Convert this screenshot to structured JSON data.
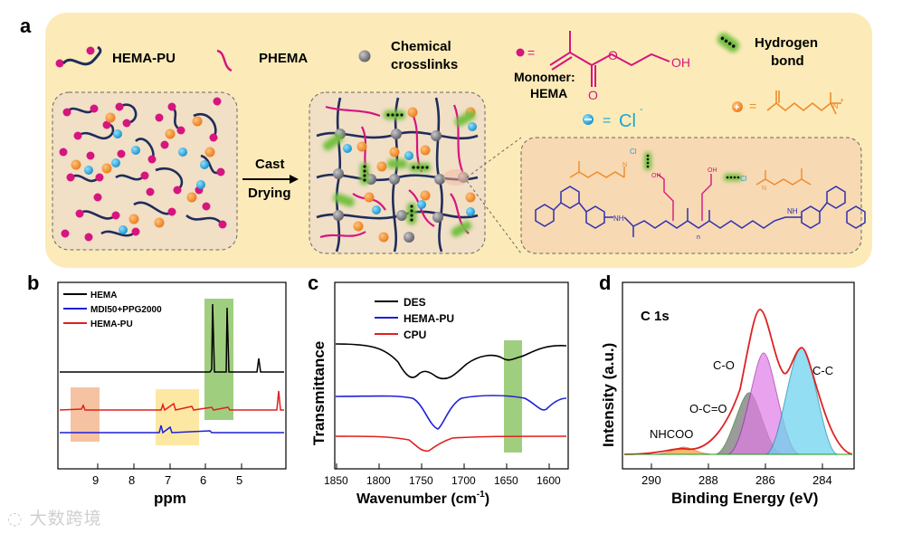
{
  "panel_labels": {
    "a": "a",
    "b": "b",
    "c": "c",
    "d": "d"
  },
  "legend_a": {
    "hema_pu": "HEMA-PU",
    "phema": "PHEMA",
    "crosslinks_1": "Chemical",
    "crosslinks_2": "crosslinks",
    "monomer_1": "Monomer:",
    "monomer_2": "HEMA",
    "hbond_1": "Hydrogen",
    "hbond_2": "bond",
    "cl": "Cl",
    "oh": "OH",
    "o": "O"
  },
  "process": {
    "cast": "Cast",
    "drying": "Drying"
  },
  "chem": {
    "nh": "NH",
    "n": "N",
    "n_sub": "n",
    "cl": "Cl",
    "oh": "OH"
  },
  "colors": {
    "panel_bg": "#fcebb8",
    "inset_bg": "#f7d9b3",
    "magenta": "#d6157f",
    "orange": "#f08a2a",
    "cyan": "#1aa4d8",
    "navy": "#1e2d5c",
    "purple_chain": "#2f2fb0",
    "green": "#74c043",
    "node": "#7d7d85"
  },
  "panel_b": {
    "legend": [
      "HEMA",
      "MDI50+PPG2000",
      "HEMA-PU"
    ],
    "xlabel": "ppm",
    "xticks": [
      "9",
      "8",
      "7",
      "6",
      "5"
    ],
    "series_colors": [
      "#000000",
      "#1f1fd6",
      "#e02020"
    ]
  },
  "panel_c": {
    "legend": [
      "DES",
      "HEMA-PU",
      "CPU"
    ],
    "xlabel": "Wavenumber (cm",
    "xlabel_sup": "-1",
    "xlabel_end": ")",
    "ylabel": "Transmittance",
    "xticks": [
      "1850",
      "1800",
      "1750",
      "1700",
      "1650",
      "1600"
    ],
    "series_colors": [
      "#000000",
      "#1f1fd6",
      "#e02020"
    ]
  },
  "panel_d": {
    "title": "C 1s",
    "xlabel": "Binding Energy (eV)",
    "ylabel": "Intensity (a.u.)",
    "xticks": [
      "290",
      "288",
      "286",
      "284"
    ],
    "peaks": [
      "C-C",
      "C-O",
      "O-C=O",
      "NHCOO"
    ]
  },
  "watermark": "大数跨境"
}
